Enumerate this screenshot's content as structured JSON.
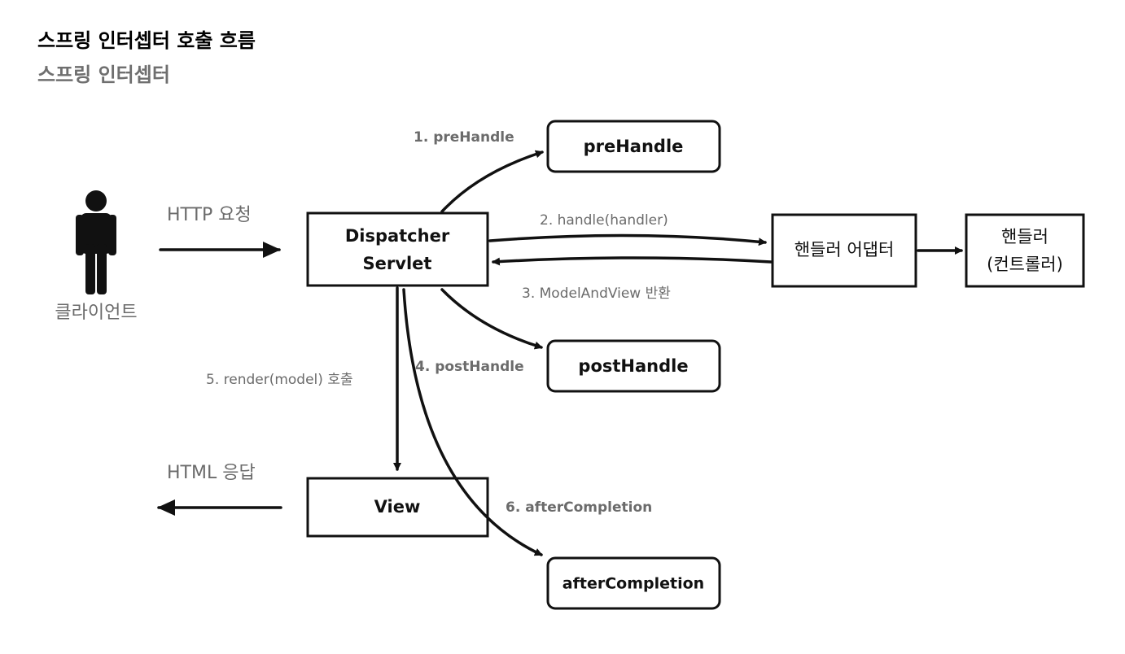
{
  "title": "스프링 인터셉터 호출 흐름",
  "subtitle": "스프링 인터셉터",
  "actor": {
    "label": "클라이언트",
    "icon": "person-icon"
  },
  "nodes": {
    "dispatcher_line1": "Dispatcher",
    "dispatcher_line2": "Servlet",
    "prehandle": "preHandle",
    "posthandle": "postHandle",
    "after_completion": "afterCompletion",
    "view": "View",
    "handler_adapter": "핸들러 어댑터",
    "handler_line1": "핸들러",
    "handler_line2": "(컨트롤러)"
  },
  "edges": {
    "http_request": "HTTP 요청",
    "html_response": "HTML 응답",
    "step1": "1. preHandle",
    "step2": "2. handle(handler)",
    "step3": "3. ModelAndView 반환",
    "step4": "4. postHandle",
    "step5": "5. render(model) 호출",
    "step6": "6. afterCompletion"
  },
  "colors": {
    "stroke": "#111111",
    "label_grey": "#6b6b6b",
    "subtitle_grey": "#6f6f6f"
  }
}
